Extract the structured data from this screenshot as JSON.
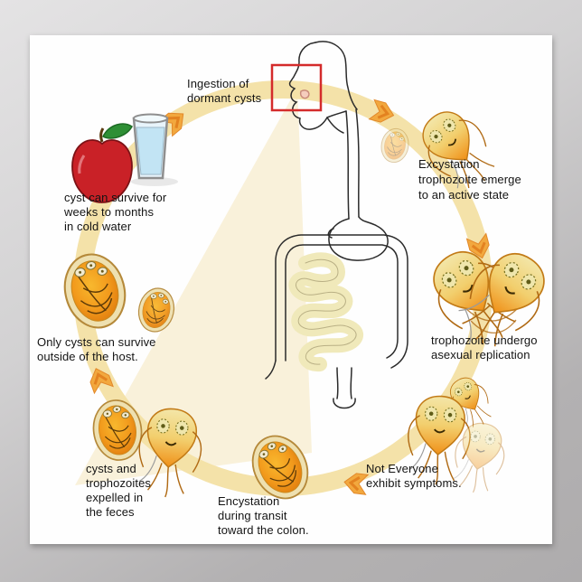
{
  "poster": {
    "labels": {
      "ingestion": "Ingestion of\ndormant cysts",
      "excystation": "Excystation\ntrophozoite emerge\nto an active state",
      "replication": "trophozoite undergo\nasexual replication",
      "symptoms": "Not Everyone\nexhibit symptoms.",
      "encystation": "Encystation\nduring transit\ntoward the colon.",
      "feces": "cysts and\ntrophozoites\nexpelled in\nthe feces",
      "survive_outside": "Only cysts can survive\noutside of the host.",
      "cold_water": "cyst can survive for\nweeks to months\nin cold water"
    },
    "colors": {
      "cycle_ring": "#f3e0a4",
      "beam_wedge": "#f8efd4",
      "arrow_orange": "#f2a83e",
      "arrow_dark": "#e07b1b",
      "highlight_box_red": "#d42b2b",
      "apple_red": "#c92127",
      "leaf_green": "#2e8f35",
      "water_blue": "#c2e4f4",
      "organism_orange": "#f09018",
      "organism_cream": "#f3e6a8",
      "intestine_yellow": "#f0e9ba",
      "outline_black": "#2b2b2b",
      "text": "#141414"
    },
    "icons": [
      "cycle-ring",
      "cycle-arrow-icon",
      "apple-icon",
      "water-glass-icon",
      "cyst-icon",
      "trophozoite-icon",
      "digestive-tract-icon",
      "mouth-highlight-box"
    ]
  }
}
